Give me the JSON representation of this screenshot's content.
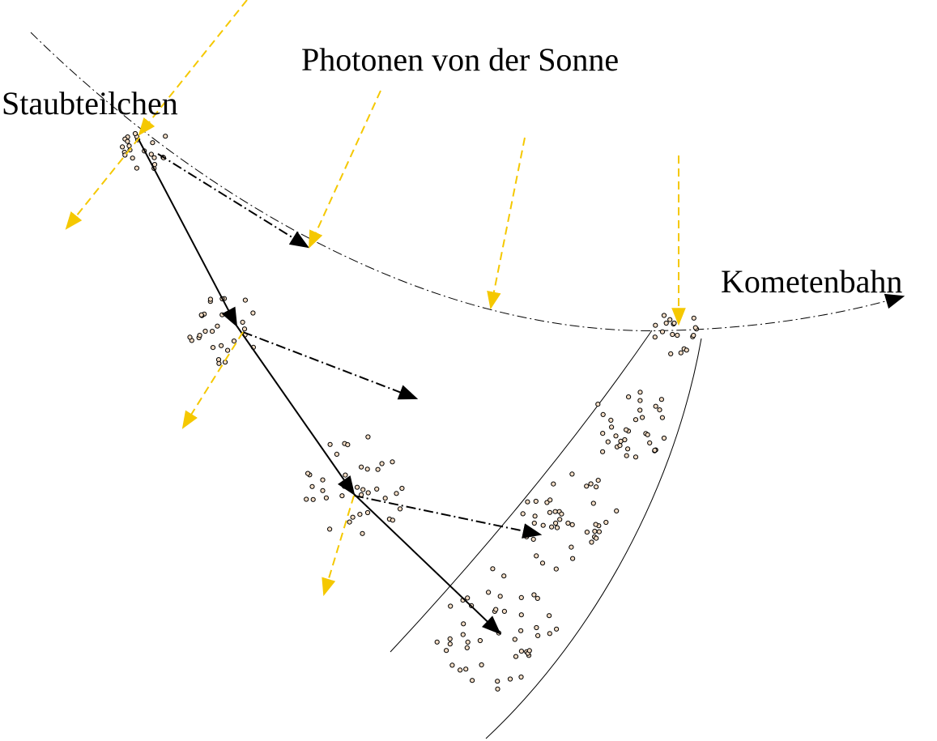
{
  "labels": {
    "title": "Photonen von der Sonne",
    "dust": "Staubteilchen",
    "orbit": "Kometenbahn"
  },
  "colors": {
    "photon": "#f5c800",
    "dust_fill": "#f3dcc4",
    "line": "#000000"
  }
}
